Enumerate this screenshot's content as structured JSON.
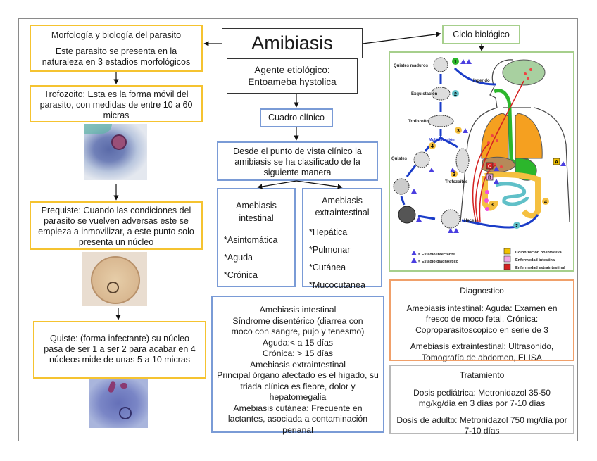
{
  "title": "Amibiasis",
  "agent": {
    "line1": "Agente etiológico:",
    "line2": "Entoameba hystolica"
  },
  "morfologia": {
    "heading": "Morfología y biología del parasito",
    "text": "Este parasito se presenta en la naturaleza en 3 estadios morfológicos"
  },
  "stages": [
    {
      "name": "trofozoito",
      "text": "Trofozoito: Esta es la forma móvil del parasito, con medidas de entre 10 a 60 micras",
      "image": "trofozoito-micrograph"
    },
    {
      "name": "prequiste",
      "text": "Prequiste: Cuando las condiciones del parasito se vuelven adversas este se empieza a inmovilizar, a este punto solo presenta un núcleo",
      "image": "prequiste-micrograph"
    },
    {
      "name": "quiste",
      "text": "Quiste: (forma infectante) su núcleo pasa de ser 1 a ser 2 para acabar en 4 núcleos mide de unas 5 a 10 micras",
      "image": "quiste-micrograph"
    }
  ],
  "cuadro": {
    "label": "Cuadro clínico",
    "intro": "Desde el punto de vista clínico la amibiasis se ha clasificado de la siguiente manera",
    "intestinal": {
      "title": "Amebiasis intestinal",
      "items": [
        "*Asintomática",
        "*Aguda",
        "*Crónica"
      ]
    },
    "extraintestinal": {
      "title": "Amebiasis extraintestinal",
      "items": [
        "*Hepática",
        "*Pulmonar",
        "*Cutánea",
        "*Mucocutanea"
      ]
    },
    "detail": [
      "Amebiasis intestinal",
      "Síndrome disentérico (diarrea con moco con sangre, pujo y tenesmo)",
      "Aguda:< a 15 días",
      "Crónica: > 15 días",
      "Amebiasis extraintestinal",
      "Principal órgano afectado es el hígado, su triada clínica es fiebre, dolor y hepatomegalia",
      "Amebiasis cutánea: Frecuente en lactantes, asociada a contaminación perianal"
    ]
  },
  "ciclo": {
    "label": "Ciclo biológico",
    "diagram_labels": {
      "quistes": "Quistes maduros",
      "exquistacion": "Exquistación",
      "trofozoito": "Trofozoíto",
      "multiplicacion": "Multiplicación",
      "quistes2": "Quistes",
      "trofozoitos": "Trofozoítos",
      "ingerido": "Ingerido",
      "heces": "Heces"
    },
    "steps": [
      "1",
      "2",
      "3",
      "4"
    ],
    "legend": [
      {
        "key": "A",
        "text": "Colonización no invasiva",
        "color": "#f2c200"
      },
      {
        "key": "B",
        "text": "Enfermedad intestinal",
        "color": "#f2a6e6"
      },
      {
        "key": "C",
        "text": "Enfermedad extraintestinal",
        "color": "#d42020"
      }
    ],
    "stage_legend": [
      "= Estadio infectante",
      "= Estadio diagnóstico"
    ]
  },
  "diagnostico": {
    "title": "Diagnostico",
    "paragraphs": [
      "Amebiasis intestinal: Aguda: Examen en fresco de moco fetal. Crónica: Coproparasitoscopico en serie de 3",
      "Amebiasis extraintestinal: Ultrasonido, Tomografía de abdomen, ELISA"
    ]
  },
  "tratamiento": {
    "title": "Tratamiento",
    "paragraphs": [
      "Dosis pediátrica: Metronidazol 35-50 mg/kg/día en 3 días por 7-10 días",
      "Dosis de adulto: Metronidazol 750 mg/día por 7-10 días"
    ]
  },
  "colors": {
    "yellow_border": "#f5c330",
    "blue_border": "#7a9bd6",
    "green_border": "#a6cf8c",
    "orange_border": "#f0a06a",
    "gray_border": "#b8b8b8"
  }
}
